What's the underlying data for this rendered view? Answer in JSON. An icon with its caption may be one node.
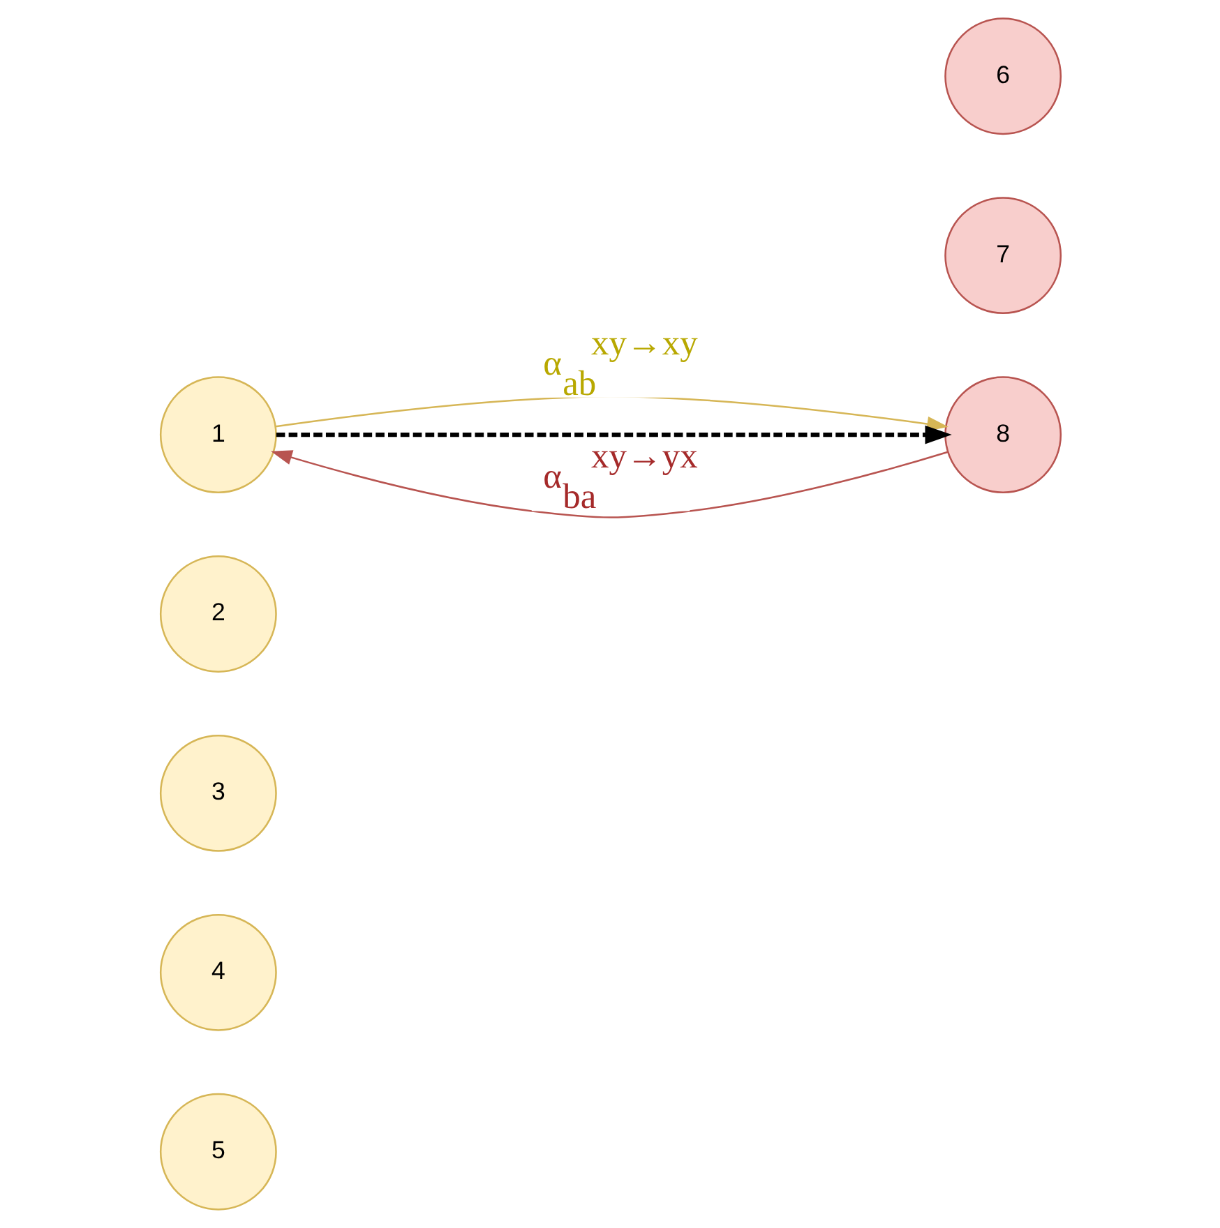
{
  "diagram": {
    "nodes": [
      {
        "text": [
          "1"
        ]
      },
      {
        "text": [
          "2"
        ]
      },
      {
        "text": [
          "3"
        ]
      },
      {
        "text": [
          "4"
        ]
      },
      {
        "text": [
          "5"
        ]
      },
      {
        "text": [
          "6"
        ]
      },
      {
        "text": [
          "7"
        ]
      },
      {
        "text": [
          "8"
        ]
      }
    ],
    "edges": [
      {
        "from": 0,
        "to": 7,
        "arrow": "to",
        "color": "#d6b656",
        "label": "α$_{ab}$$^{xy→xy}$"
      },
      {
        "from": 0,
        "to": 7,
        "arrow": "to",
        "style": "dashed",
        "color": "#000000"
      },
      {
        "from": 7,
        "to": 0,
        "arrow": "to",
        "color": "#b85450",
        "label": "α$_{ba}$$^{xy→yx}$"
      }
    ]
  }
}
